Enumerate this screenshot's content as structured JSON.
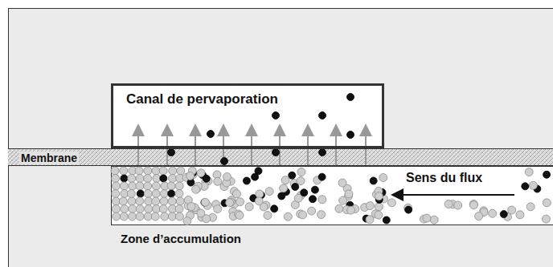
{
  "diagram": {
    "nodes": [
      {
        "text": [
          "Canal de pervaporation"
        ]
      },
      {
        "text": [
          "Membrane"
        ]
      }
    ],
    "labels": [
      "Sens du flux",
      "Zone d’accumulation"
    ]
  }
}
